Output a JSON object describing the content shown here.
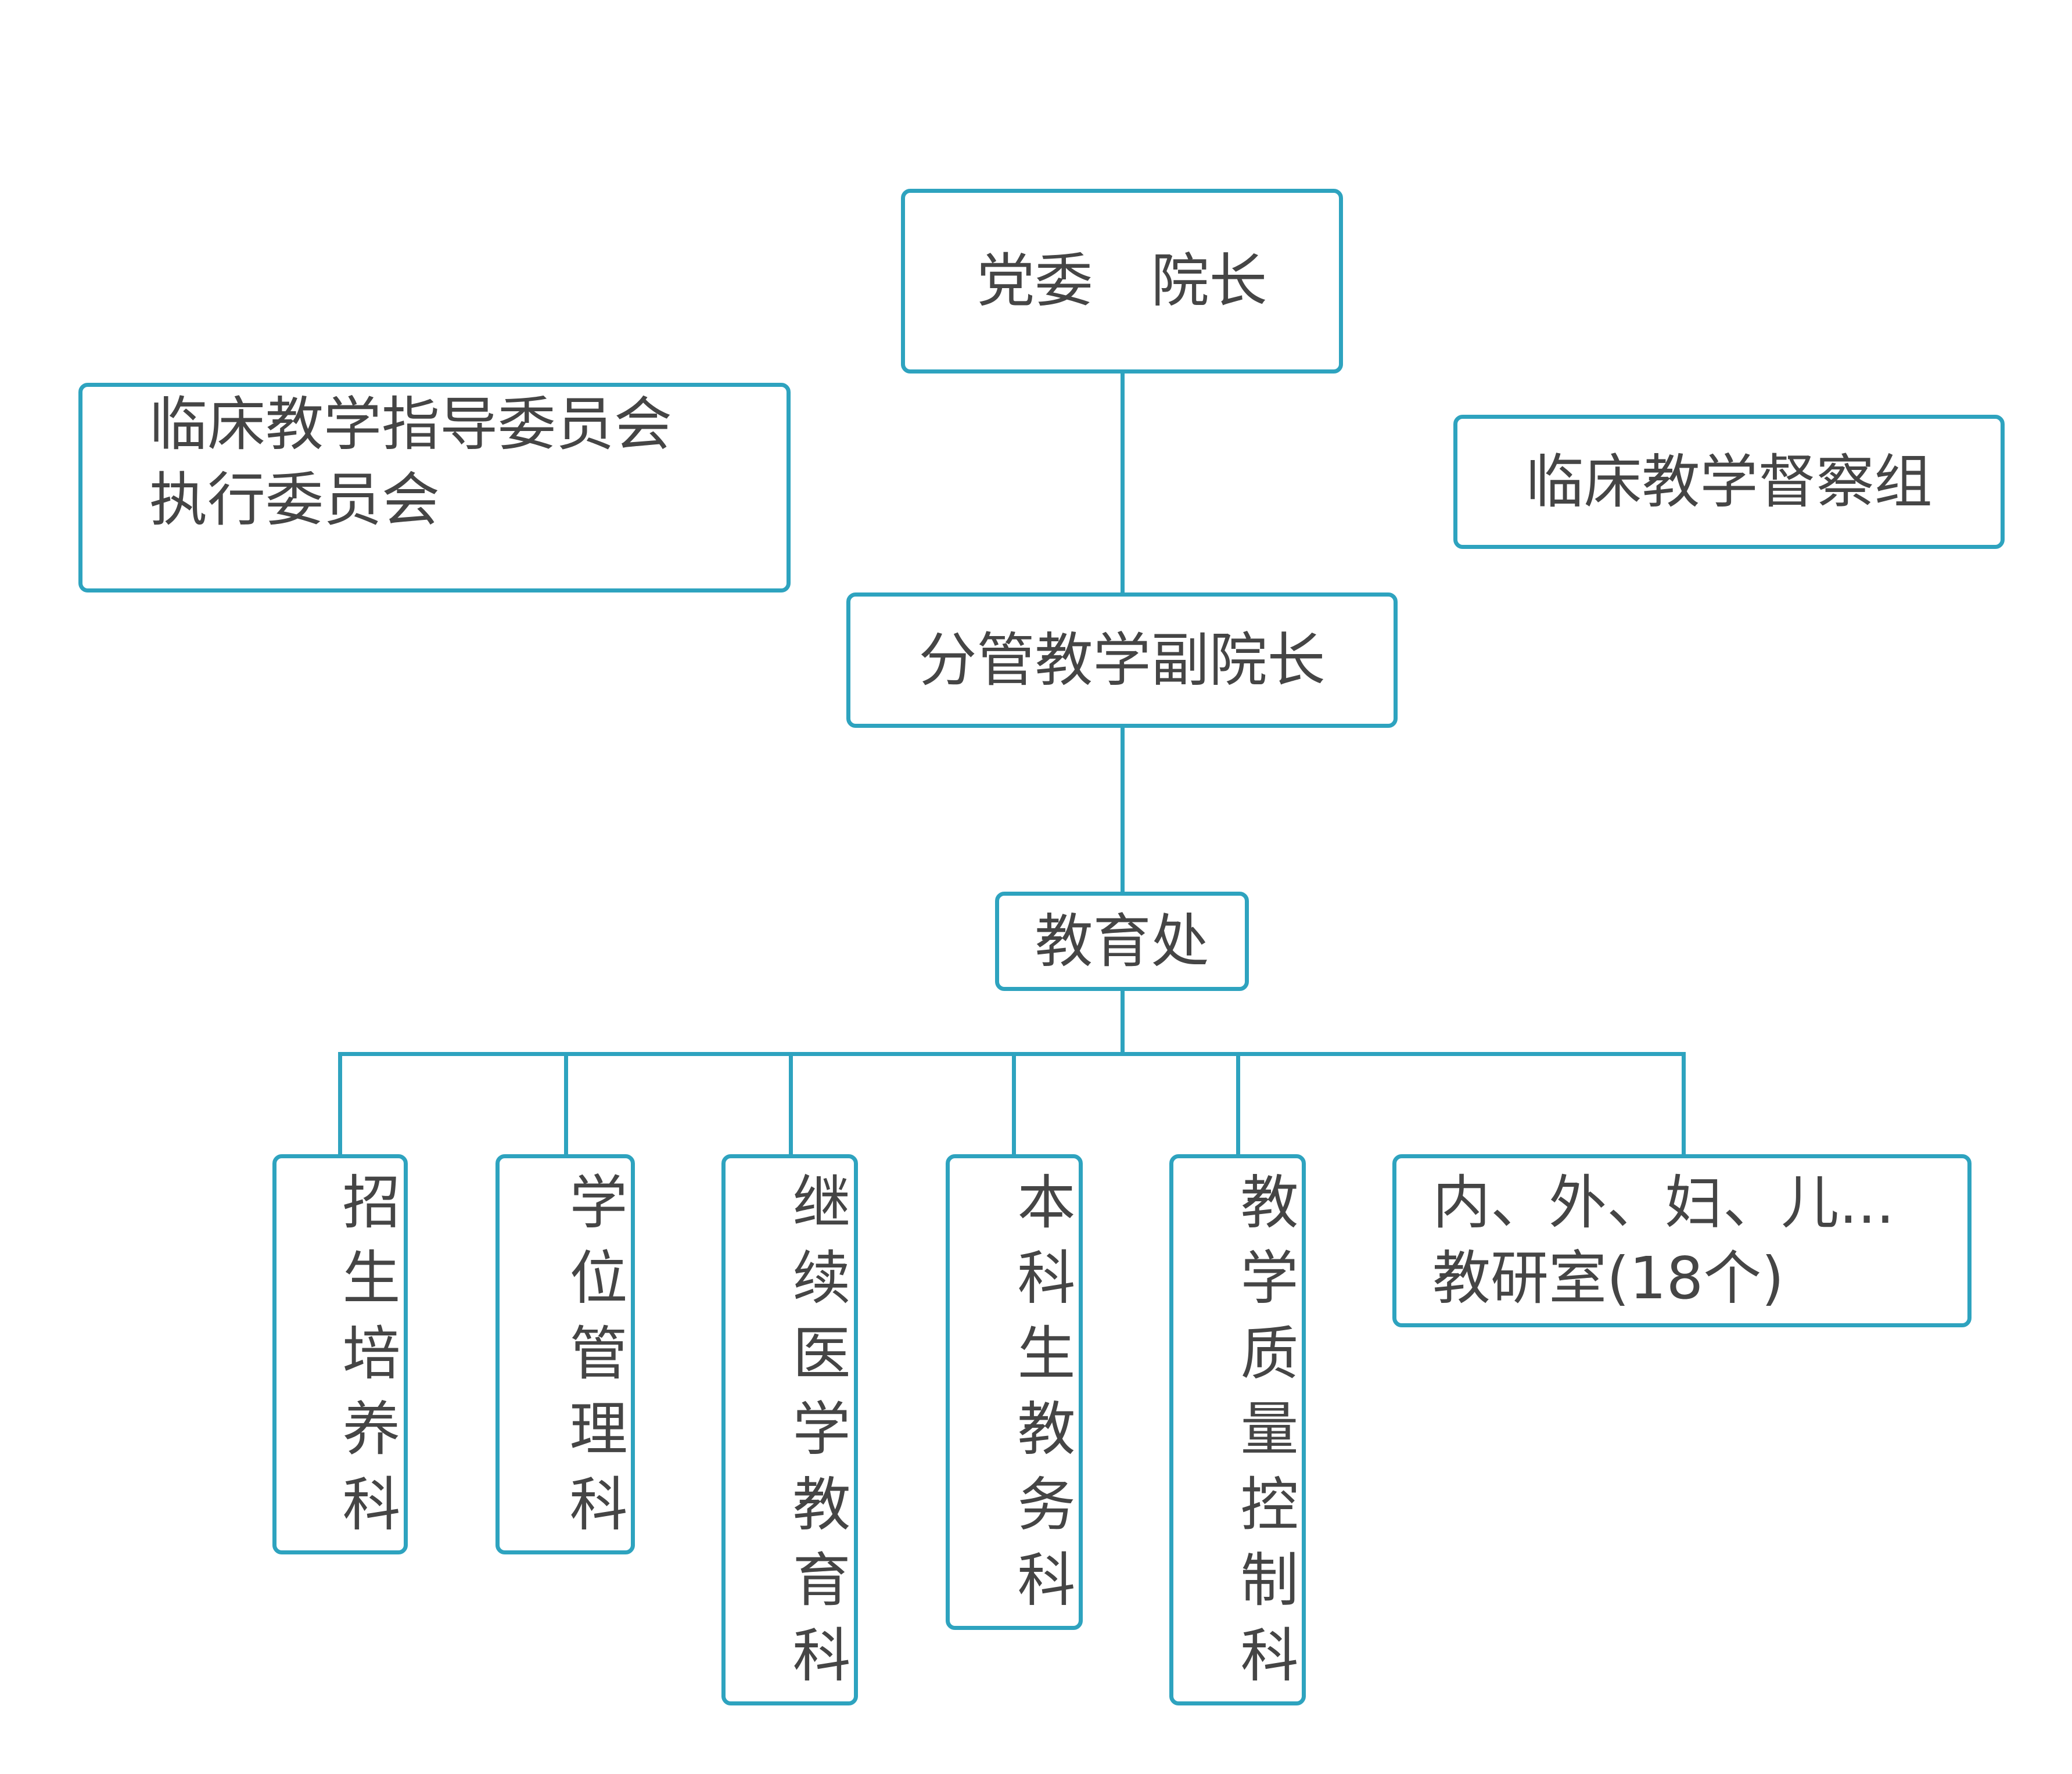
{
  "colors": {
    "accent": "#2ea3bf",
    "text": "#454545"
  },
  "nodes": {
    "top": "党委　院长",
    "committee_line1": "临床教学指导委员会",
    "committee_line2": "执行委员会",
    "supervision": "临床教学督察组",
    "vice_president": "分管教学副院长",
    "education_office": "教育处",
    "departments": [
      "招生培养科",
      "学位管理科",
      "继续医学教育科",
      "本科生教务科",
      "教学质量控制科"
    ],
    "teaching_line1": "内、外、妇、儿...",
    "teaching_line2": "教研室(18个)"
  }
}
